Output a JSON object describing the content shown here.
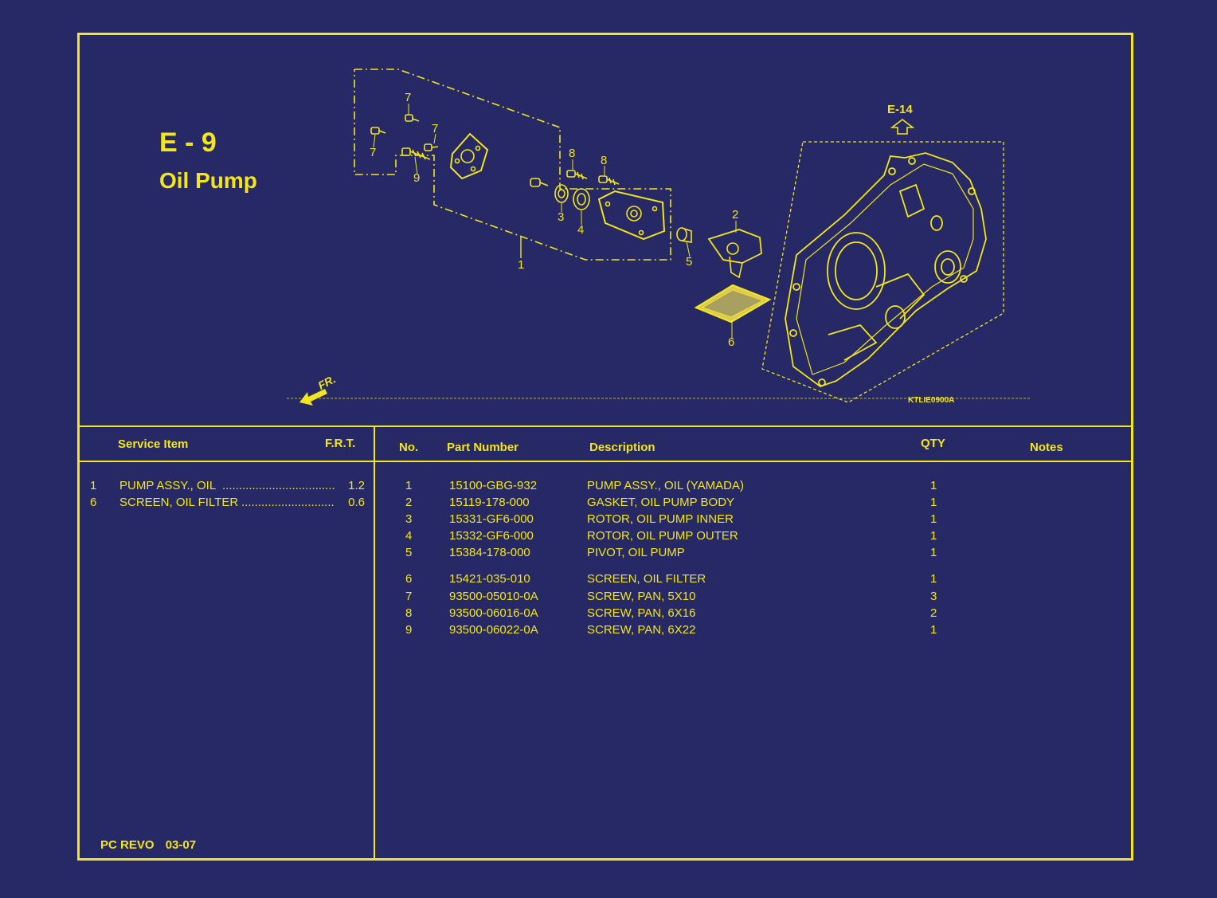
{
  "header": {
    "code": "E - 9",
    "title": "Oil Pump"
  },
  "diagram": {
    "ref_above": "E-14",
    "front_marker": "FR.",
    "drawing_id": "KTLIE0900A",
    "callouts": [
      "1",
      "2",
      "3",
      "4",
      "5",
      "6",
      "7",
      "7",
      "7",
      "8",
      "8",
      "9"
    ]
  },
  "service_table": {
    "headers": {
      "item": "Service Item",
      "frt": "F.R.T."
    },
    "rows": [
      {
        "no": "1",
        "name": "PUMP ASSY., OIL",
        "frt": "1.2"
      },
      {
        "no": "6",
        "name": "SCREEN, OIL FILTER",
        "frt": "0.6"
      }
    ]
  },
  "parts_table": {
    "headers": {
      "no": "No.",
      "part_number": "Part Number",
      "description": "Description",
      "qty": "QTY",
      "notes": "Notes"
    },
    "rows": [
      {
        "no": "1",
        "part_number": "15100-GBG-932",
        "description": "PUMP ASSY., OIL (YAMADA)",
        "qty": "1"
      },
      {
        "no": "2",
        "part_number": "15119-178-000",
        "description": "GASKET, OIL PUMP BODY",
        "qty": "1"
      },
      {
        "no": "3",
        "part_number": "15331-GF6-000",
        "description": "ROTOR, OIL PUMP INNER",
        "qty": "1"
      },
      {
        "no": "4",
        "part_number": "15332-GF6-000",
        "description": "ROTOR, OIL PUMP OUTER",
        "qty": "1"
      },
      {
        "no": "5",
        "part_number": "15384-178-000",
        "description": "PIVOT, OIL PUMP",
        "qty": "1"
      },
      {
        "no": "6",
        "part_number": "15421-035-010",
        "description": "SCREEN, OIL FILTER",
        "qty": "1"
      },
      {
        "no": "7",
        "part_number": "93500-05010-0A",
        "description": "SCREW, PAN, 5X10",
        "qty": "3"
      },
      {
        "no": "8",
        "part_number": "93500-06016-0A",
        "description": "SCREW, PAN, 6X16",
        "qty": "2"
      },
      {
        "no": "9",
        "part_number": "93500-06022-0A",
        "description": "SCREW, PAN, 6X22",
        "qty": "1"
      }
    ]
  },
  "footer": {
    "model": "PC REVO",
    "page": "03-07"
  },
  "colors": {
    "background": "#262966",
    "ink": "#f3e61a"
  }
}
